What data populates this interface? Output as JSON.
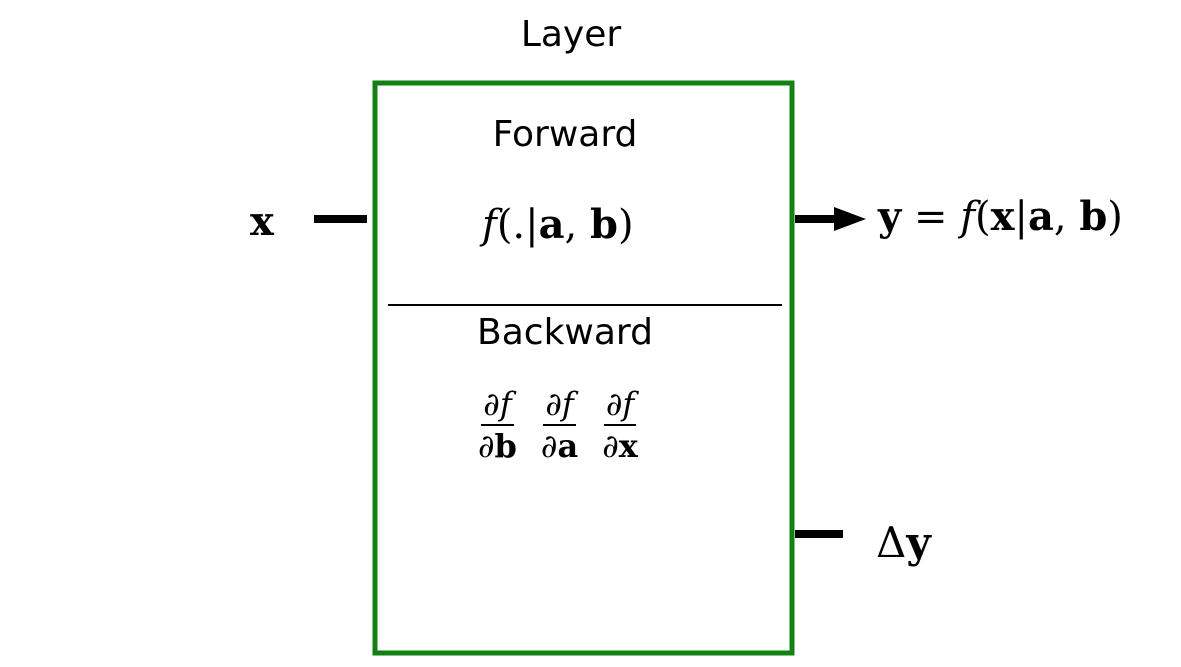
{
  "colors": {
    "box_border": "#138013",
    "ink": "#000000",
    "background": "#ffffff"
  },
  "layer": {
    "title": "Layer",
    "forward": {
      "label": "Forward",
      "function": {
        "f": "f",
        "open": "(",
        "dot": ".",
        "bar": "|",
        "a": "a",
        "comma": ",",
        "b": "b",
        "close": ")"
      }
    },
    "backward": {
      "label": "Backward",
      "derivatives": [
        {
          "numerator": "∂f",
          "partial": "∂",
          "var": "b"
        },
        {
          "numerator": "∂f",
          "partial": "∂",
          "var": "a"
        },
        {
          "numerator": "∂f",
          "partial": "∂",
          "var": "x"
        }
      ]
    }
  },
  "input": {
    "symbol": "x"
  },
  "output": {
    "y": "y",
    "equals": "=",
    "f": "f",
    "open": "(",
    "x": "x",
    "bar": "|",
    "a": "a",
    "comma": ",",
    "b": "b",
    "close": ")"
  },
  "gradient": {
    "delta": "Δ",
    "symbol": "y"
  },
  "icons": {
    "output_arrow": "arrow-right-icon"
  }
}
